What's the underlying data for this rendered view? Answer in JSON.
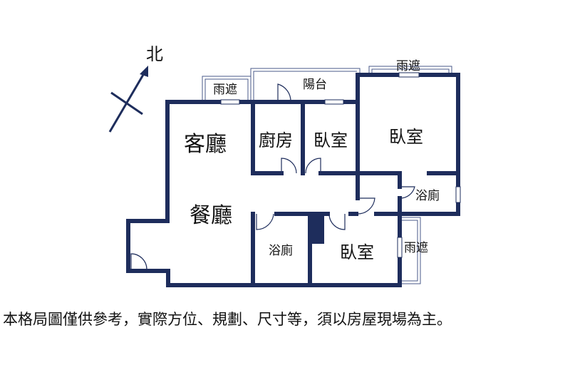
{
  "compass": {
    "label": "北",
    "icon": "north-arrow-icon"
  },
  "rooms": {
    "living_room": "客廳",
    "dining_room": "餐廳",
    "kitchen": "廚房",
    "bedroom_small": "臥室",
    "bedroom_master": "臥室",
    "bedroom_lower": "臥室",
    "bath_master": "浴廁",
    "bath_lower": "浴廁"
  },
  "outdoor": {
    "awning_left": "雨遮",
    "awning_right_top": "雨遮",
    "awning_right_side": "雨遮",
    "balcony": "陽台"
  },
  "colors": {
    "wall": "#1e2d5c",
    "background": "#ffffff"
  },
  "disclaimer": "本格局圖僅供參考，實際方位、規劃、尺寸等，須以房屋現場為主。"
}
